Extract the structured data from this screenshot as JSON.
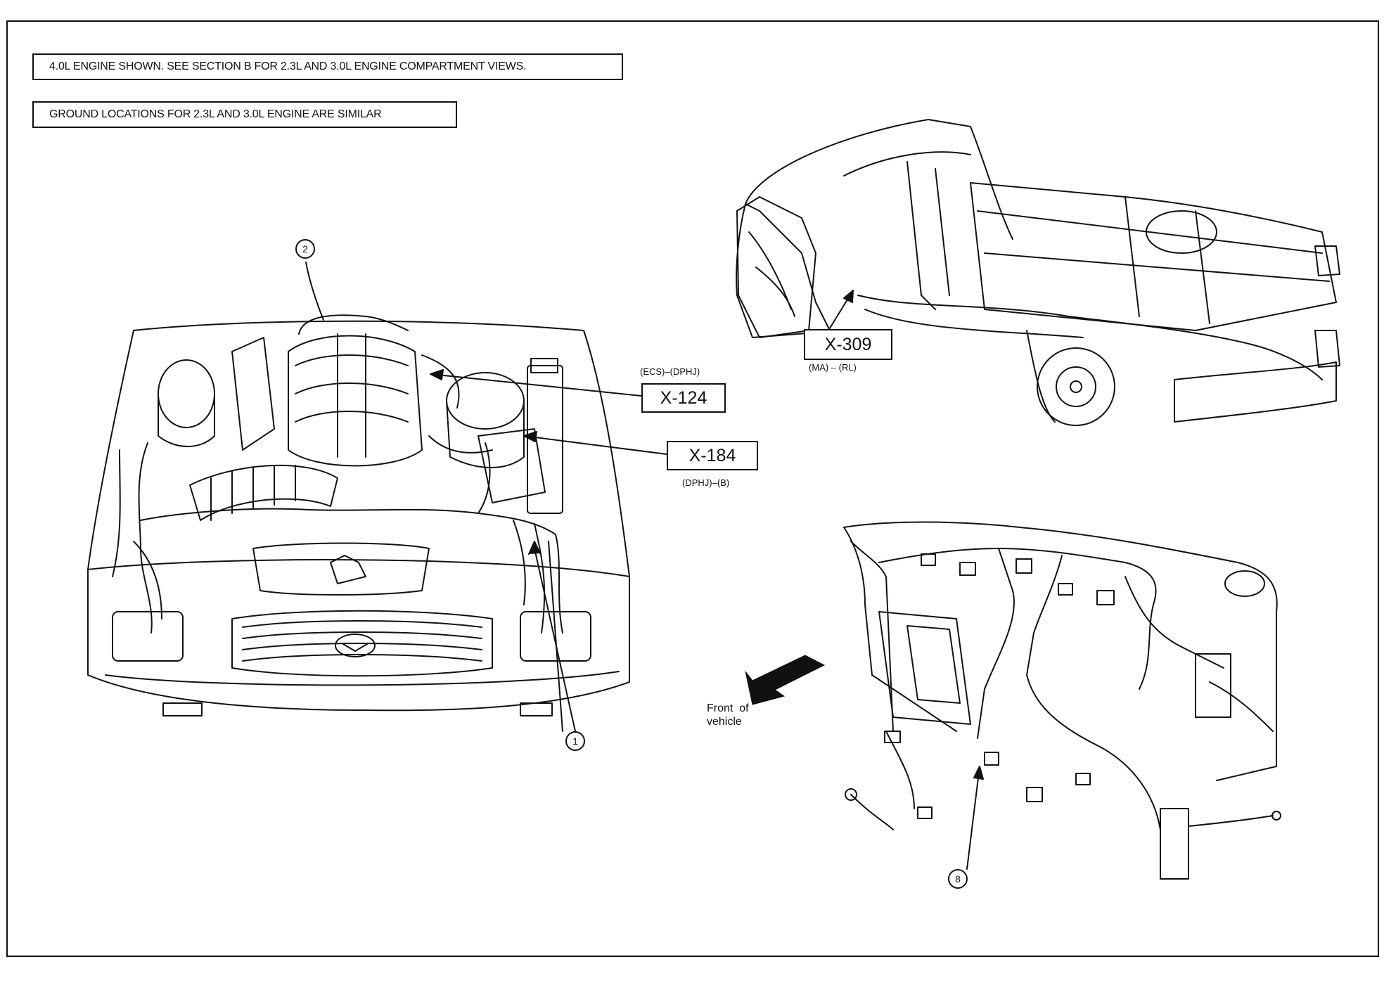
{
  "notes": {
    "engine_shown": "4.0L ENGINE SHOWN. SEE SECTION B FOR 2.3L AND 3.0L ENGINE COMPARTMENT VIEWS.",
    "ground_similar": "GROUND LOCATIONS FOR 2.3L AND 3.0L ENGINE ARE SIMILAR"
  },
  "connectors": [
    {
      "id": "X-124",
      "sub": "(ECS)–(DPHJ)"
    },
    {
      "id": "X-184",
      "sub": "(DPHJ)–(B)"
    },
    {
      "id": "X-309",
      "sub": "(MA) – (RL)"
    }
  ],
  "callouts": {
    "c1": "1",
    "c2": "2",
    "c3": "8"
  },
  "orientation": {
    "line1": "Front  of",
    "line2": "vehicle"
  }
}
